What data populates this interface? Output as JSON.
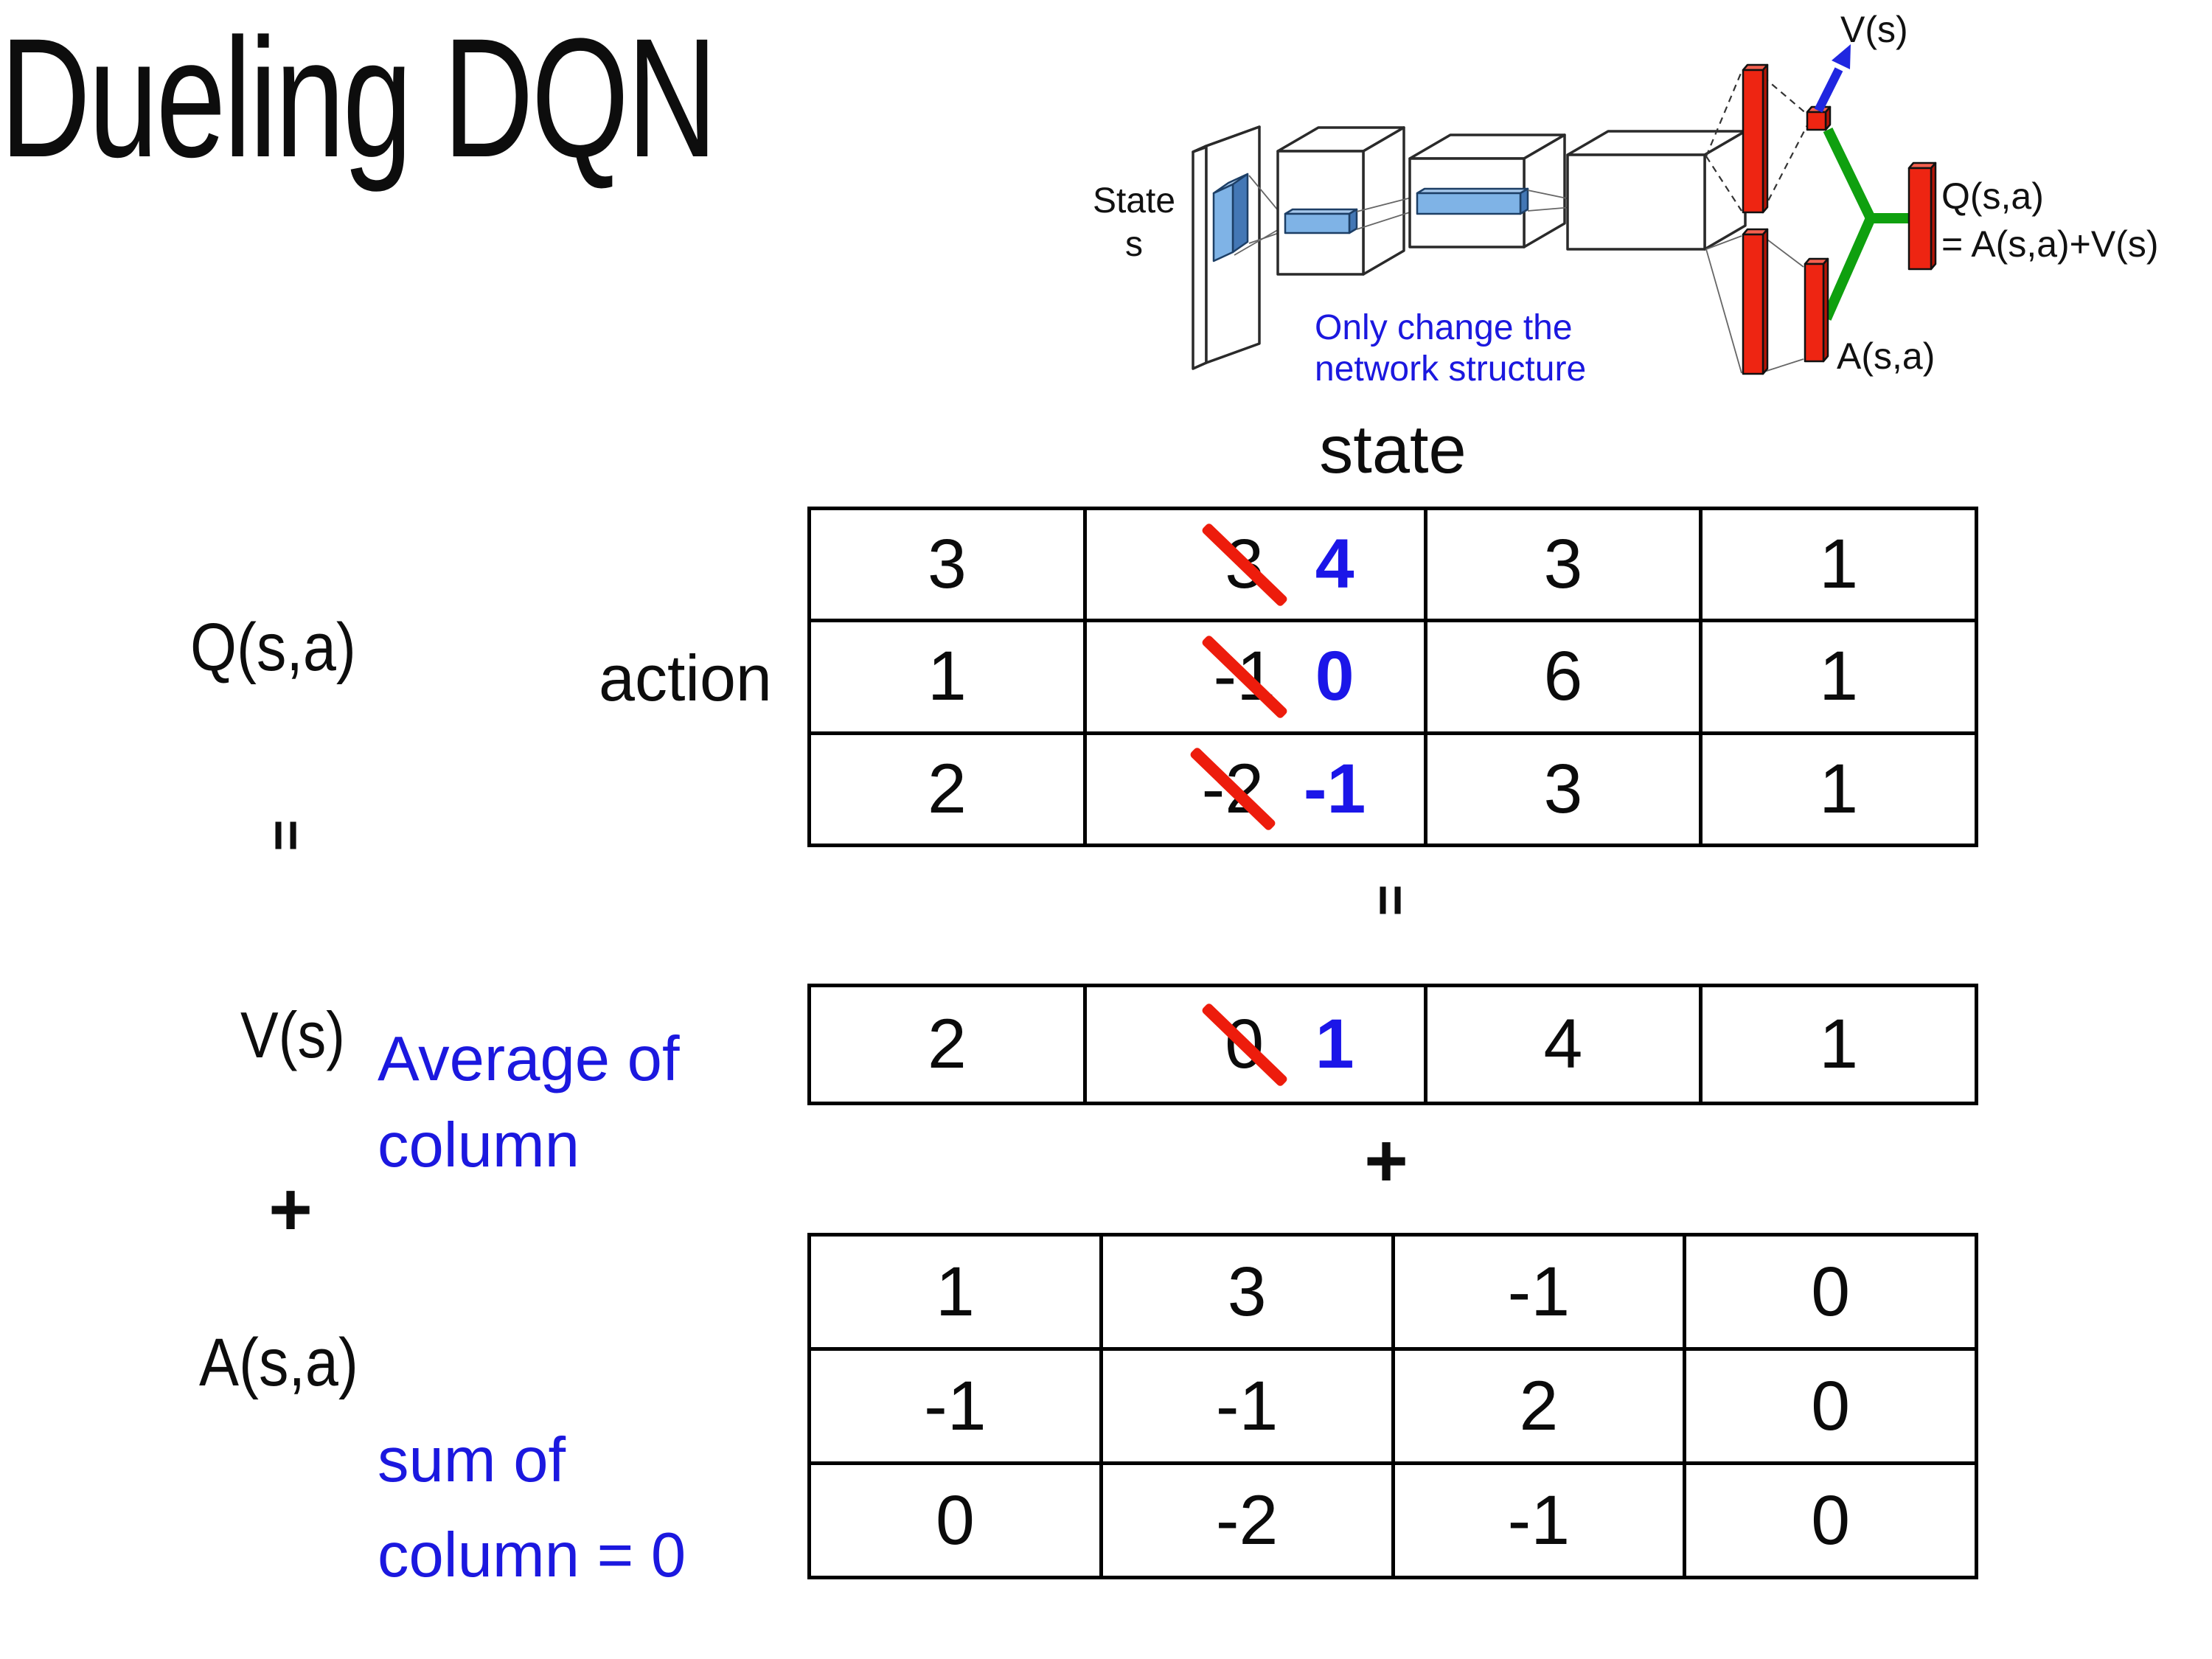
{
  "title": "Dueling DQN",
  "labels": {
    "q": "Q(s,a)",
    "action": "action",
    "state": "state",
    "v": "V(s)",
    "a": "A(s,a)",
    "equals": "=",
    "plus": "+"
  },
  "notes": {
    "average_line1": "Average of",
    "average_line2": "column",
    "sum_line1": "sum of",
    "sum_line2": "column = 0"
  },
  "tables": {
    "q_table": {
      "rows": [
        [
          {
            "v": "3"
          },
          {
            "old": "3",
            "new": "4"
          },
          {
            "v": "3"
          },
          {
            "v": "1"
          }
        ],
        [
          {
            "v": "1"
          },
          {
            "old": "-1",
            "new": "0"
          },
          {
            "v": "6"
          },
          {
            "v": "1"
          }
        ],
        [
          {
            "v": "2"
          },
          {
            "old": "-2",
            "new": "-1"
          },
          {
            "v": "3"
          },
          {
            "v": "1"
          }
        ]
      ]
    },
    "v_table": {
      "rows": [
        [
          {
            "v": "2"
          },
          {
            "old": "0",
            "new": "1"
          },
          {
            "v": "4"
          },
          {
            "v": "1"
          }
        ]
      ]
    },
    "a_table": {
      "rows": [
        [
          {
            "v": "1"
          },
          {
            "v": "3"
          },
          {
            "v": "-1"
          },
          {
            "v": "0"
          }
        ],
        [
          {
            "v": "-1"
          },
          {
            "v": "-1"
          },
          {
            "v": "2"
          },
          {
            "v": "0"
          }
        ],
        [
          {
            "v": "0"
          },
          {
            "v": "-2"
          },
          {
            "v": "-1"
          },
          {
            "v": "0"
          }
        ]
      ]
    }
  },
  "diagram": {
    "state_label_line1": "State",
    "state_label_line2": "s",
    "note_line1": "Only change the",
    "note_line2": "network structure",
    "v_out_label": "V(s)",
    "q_out_label": "Q(s,a)",
    "q_out_formula": "= A(s,a)+V(s)",
    "a_out_label": "A(s,a)",
    "colors": {
      "red_front": "#EE2512",
      "red_side": "#B51507",
      "red_top": "#F4604F",
      "green": "#0FA00F",
      "arrow_blue": "#2026E0",
      "blue_front": "#7FB3E6",
      "blue_side": "#4377B5",
      "blue_top": "#A6C8EC"
    }
  },
  "colors": {
    "strike_red": "#ED1C0C",
    "correction_blue": "#1B16E8",
    "note_blue": "#1B18DF"
  }
}
